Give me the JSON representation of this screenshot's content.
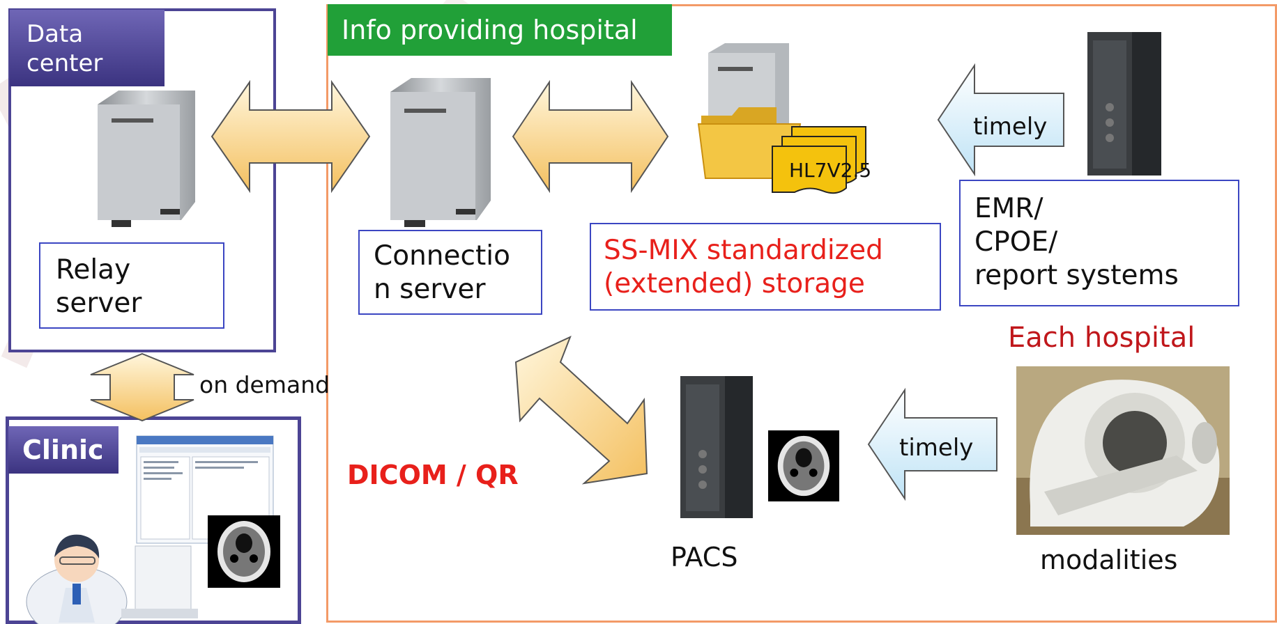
{
  "data_center": {
    "title_line1": "Data",
    "title_line2": "center",
    "relay_line1": "Relay",
    "relay_line2": "server"
  },
  "clinic": {
    "title": "Clinic"
  },
  "info_hospital": {
    "header": "Info providing hospital",
    "connection_line1": "Connectio",
    "connection_line2": "n server",
    "storage_line1": "SS-MIX standardized",
    "storage_line2": "(extended) storage",
    "hl7_doc": "HL7V2.5"
  },
  "each_hospital": {
    "label": "Each hospital",
    "emr_line1": "EMR/",
    "emr_line2": "CPOE/",
    "emr_line3": "report systems",
    "pacs": "PACS",
    "modalities": "modalities"
  },
  "flows": {
    "on_demand": "on demand",
    "timely_top": "timely",
    "timely_bottom": "timely",
    "dicom": "DICOM / QR"
  },
  "colors": {
    "frame_purple": "#4c4494",
    "hospital_orange": "#f39a67",
    "header_green": "#21a038",
    "box_blue": "#3b46c2",
    "red_text": "#e8201b",
    "arrow_gold": "#f7c768",
    "arrow_blue": "#bfe3f6",
    "folder_yellow": "#f4c20d"
  },
  "icons": [
    "server-tower-icon",
    "folder-icon",
    "document-stack-icon",
    "rack-server-icon",
    "ct-scan-icon",
    "ct-scanner-icon",
    "doctor-icon",
    "monitor-screenshot-icon"
  ]
}
